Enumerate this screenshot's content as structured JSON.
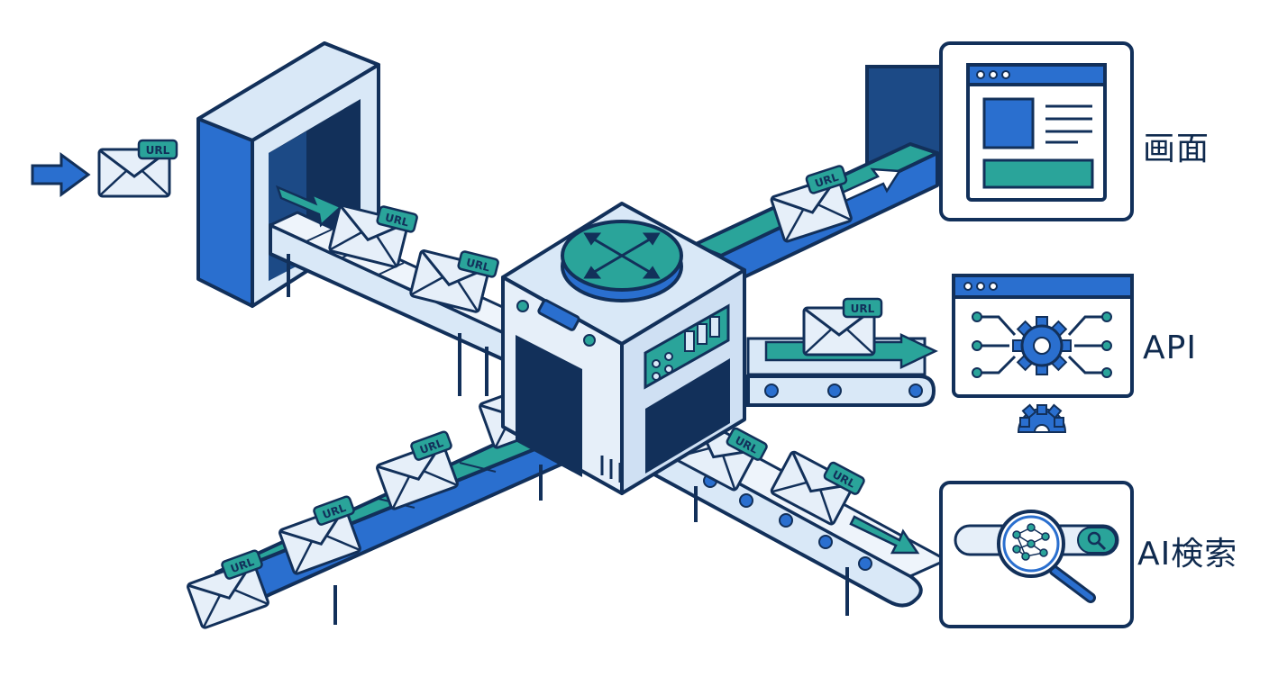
{
  "envelope_tag": "URL",
  "outputs": {
    "screen": {
      "label": "画面",
      "icon": "browser-window-icon"
    },
    "api": {
      "label": "API",
      "icon": "gear-circuit-icon"
    },
    "ai": {
      "label": "AI検索",
      "icon": "neural-search-icon"
    }
  },
  "colors": {
    "navy": "#12305a",
    "blue": "#2a6fcf",
    "light_blue": "#d9e8f7",
    "teal": "#2aa49a",
    "white": "#ffffff"
  }
}
